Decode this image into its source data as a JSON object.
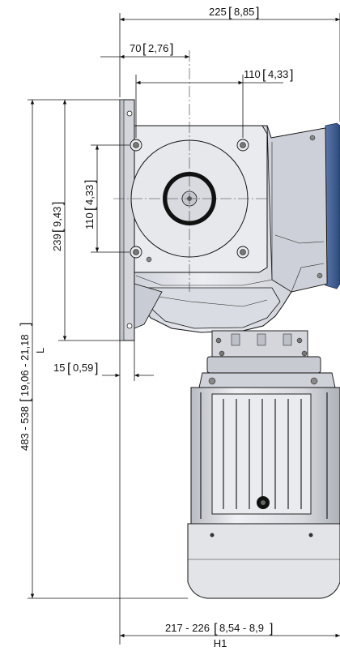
{
  "drawing": {
    "dimensions": {
      "overall_width": {
        "value": "225",
        "imperial": "8,85"
      },
      "flange_offset": {
        "value": "70",
        "imperial": "2,76"
      },
      "bolt_pitch_h": {
        "value": "110",
        "imperial": "4,33"
      },
      "bolt_pitch_v": {
        "value": "110",
        "imperial": "4,33"
      },
      "flange_height": {
        "value": "239",
        "imperial": "9,43"
      },
      "total_length": {
        "value": "483 - 538",
        "imperial": "19,06 - 21,18",
        "symbol": "L"
      },
      "flange_thickness": {
        "value": "15",
        "imperial": "0,59"
      },
      "motor_width": {
        "value": "217 - 226",
        "imperial": "8,54 - 8,9",
        "symbol": "H1"
      }
    },
    "colors": {
      "housing": "#e4e6ec",
      "housing_shade": "#c9ccd4",
      "flange": "#d4d6dc",
      "motor_cap": "#e2e4e8",
      "motor_fins": "#d8dade",
      "fan_cover_blue": "#3c5a8f",
      "line": "#111111"
    }
  }
}
